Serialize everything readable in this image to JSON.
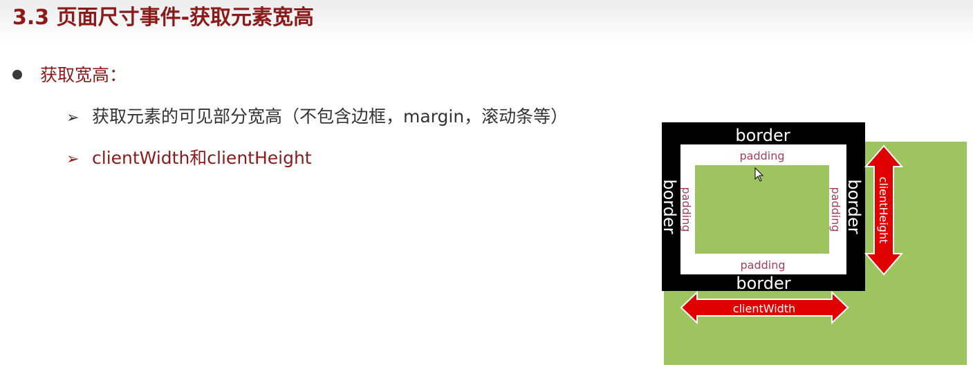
{
  "slide": {
    "title": "3.3 页面尺寸事件-获取元素宽高",
    "bullet": {
      "text": "获取宽高："
    },
    "sub_items": [
      {
        "text": "获取元素的可见部分宽高（不包含边框，margin，滚动条等）",
        "color": "#333333"
      },
      {
        "text": "clientWidth和clientHeight",
        "color": "#8b1a1a"
      }
    ]
  },
  "diagram": {
    "border_labels": {
      "top": "border",
      "bottom": "border",
      "left": "border",
      "right": "border"
    },
    "padding_labels": {
      "top": "padding",
      "bottom": "padding",
      "left": "padding",
      "right": "padding"
    },
    "client_width_label": "clientWidth",
    "client_height_label": "clientHeight",
    "colors": {
      "border": "#000000",
      "padding": "#ffffff",
      "content": "#9dc45e",
      "arrow": "#e00000",
      "padding_text": "#a0405a",
      "title": "#8b1a1a"
    }
  }
}
